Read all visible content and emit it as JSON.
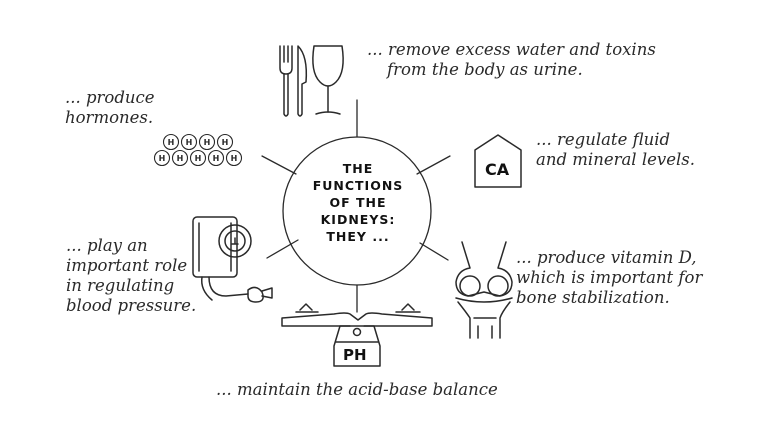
{
  "center_title": [
    "THE",
    "FUNCTIONS",
    "OF THE",
    "KIDNEYS:",
    "THEY ..."
  ],
  "captions": {
    "urine": [
      "... remove excess water and toxins",
      "from the body as urine."
    ],
    "hormones": [
      "... produce",
      "hormones."
    ],
    "fluid": [
      "... regulate fluid",
      "and mineral levels."
    ],
    "blood_pressure": [
      "... play an",
      "important role",
      "in regulating",
      "blood pressure."
    ],
    "vitamin_d": [
      "... produce vitamin D,",
      "which is important for",
      "bone stabilization."
    ],
    "acid_base": [
      "... maintain the acid-base balance"
    ]
  },
  "icons": {
    "hormone_letter": "H",
    "calcium_label": "CA",
    "ph_label": "PH",
    "names": [
      "cutlery-wine-icon",
      "hormone-molecules-icon",
      "calcium-house-icon",
      "blood-pressure-monitor-icon",
      "knee-joint-icon",
      "ph-balance-scale-icon"
    ]
  },
  "colors": {
    "stroke": "#2a2a2a",
    "text": "#2a2a2a",
    "background": "#ffffff"
  }
}
